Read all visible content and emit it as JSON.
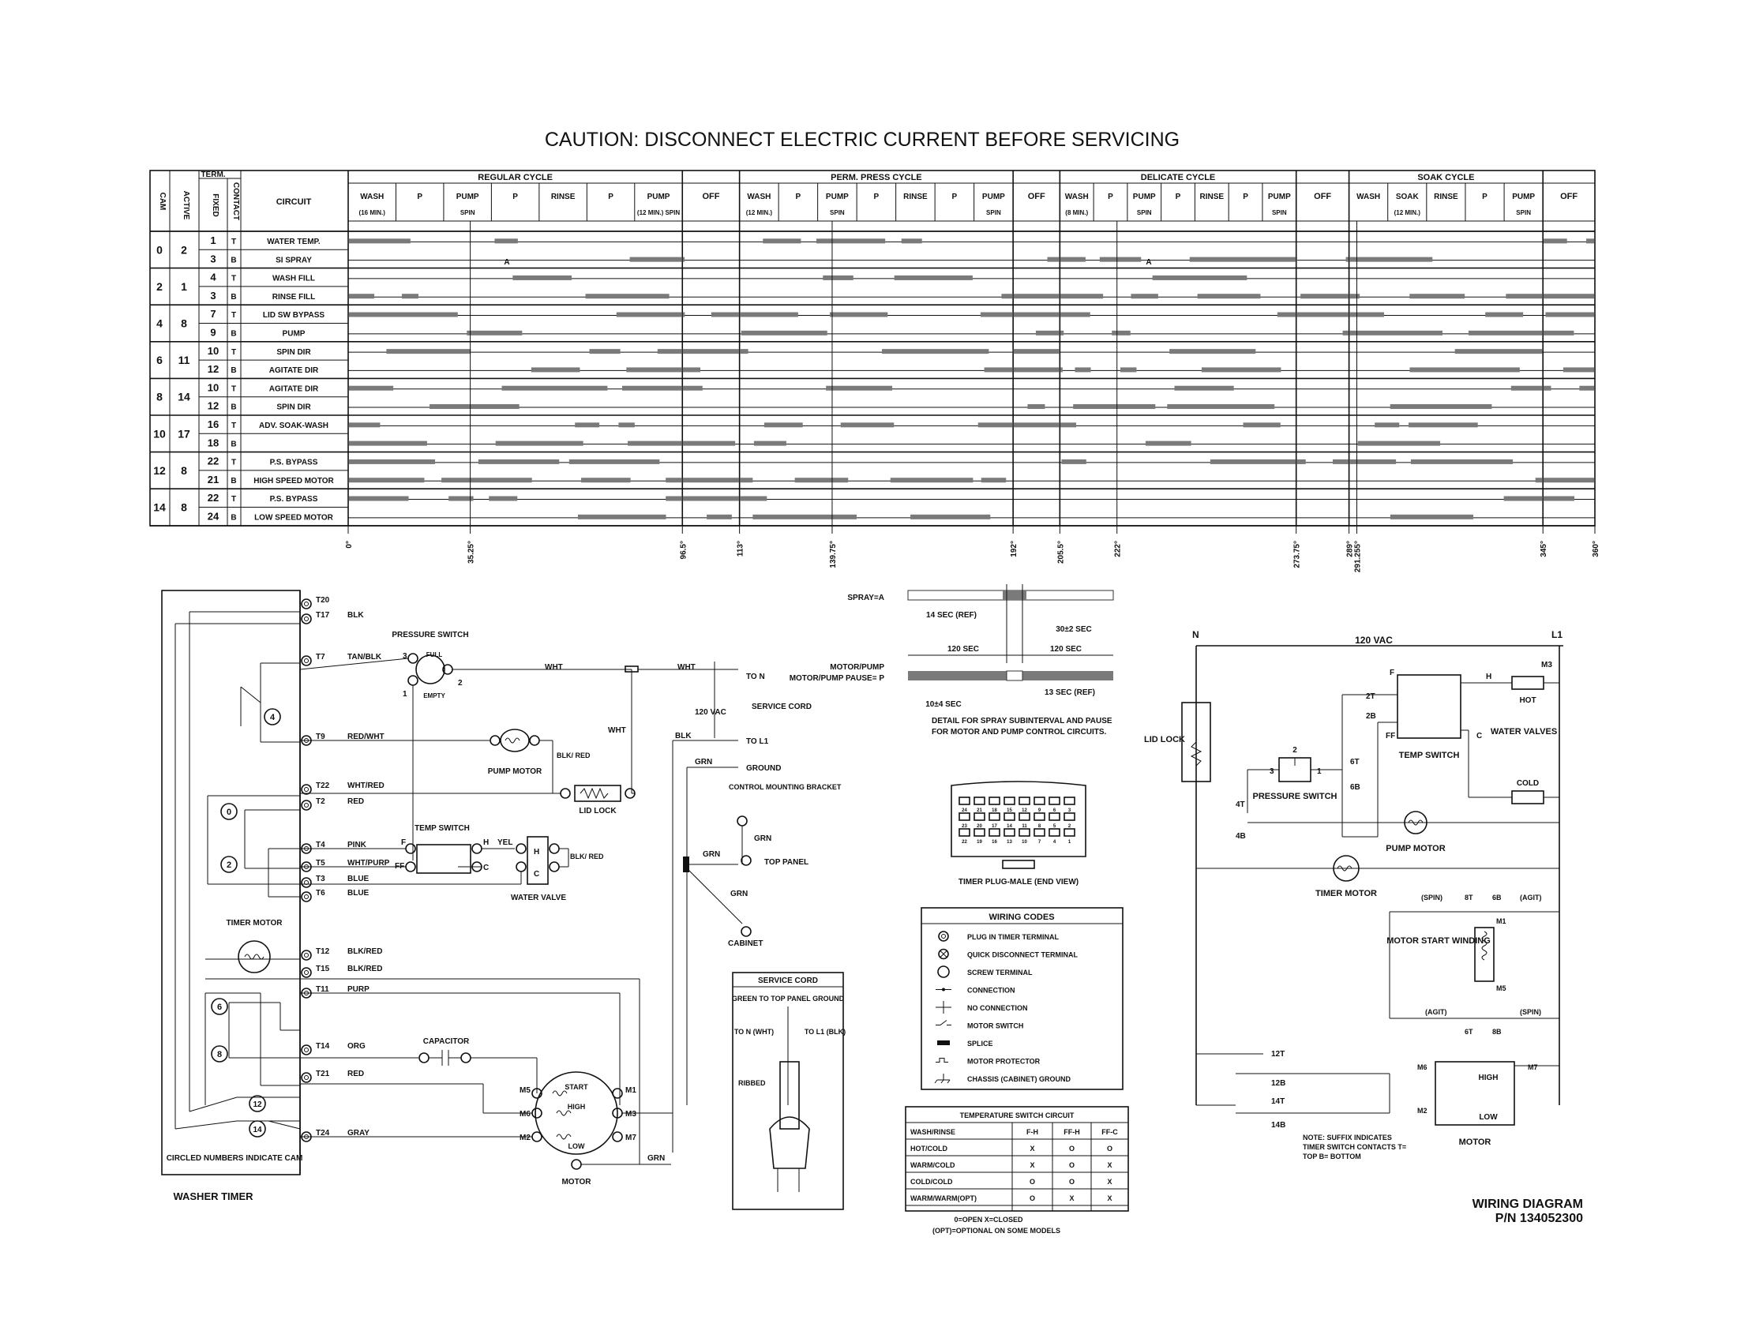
{
  "title": "CAUTION: DISCONNECT ELECTRIC CURRENT BEFORE SERVICING",
  "timer_chart": {
    "head": {
      "cam": "CAM",
      "term": "TERM.",
      "active": "ACTIVE",
      "fixed": "FIXED",
      "contact": "CONTACT",
      "circuit": "CIRCUIT"
    },
    "cycles": [
      {
        "name": "REGULAR CYCLE",
        "steps": [
          [
            "WASH",
            "(16 MIN.)"
          ],
          [
            "P",
            ""
          ],
          [
            "PUMP",
            "SPIN"
          ],
          [
            "P",
            ""
          ],
          [
            "RINSE",
            ""
          ],
          [
            "P",
            ""
          ],
          [
            "PUMP",
            "(12 MIN.) SPIN"
          ]
        ]
      },
      {
        "name": "OFF",
        "steps": []
      },
      {
        "name": "PERM. PRESS CYCLE",
        "steps": [
          [
            "WASH",
            "(12 MIN.)"
          ],
          [
            "P",
            ""
          ],
          [
            "PUMP",
            "SPIN"
          ],
          [
            "P",
            ""
          ],
          [
            "RINSE",
            ""
          ],
          [
            "P",
            ""
          ],
          [
            "PUMP",
            "SPIN"
          ]
        ]
      },
      {
        "name": "OFF",
        "steps": []
      },
      {
        "name": "DELICATE CYCLE",
        "steps": [
          [
            "WASH",
            "(8 MIN.)"
          ],
          [
            "P",
            ""
          ],
          [
            "PUMP",
            "SPIN"
          ],
          [
            "P",
            ""
          ],
          [
            "RINSE",
            ""
          ],
          [
            "P",
            ""
          ],
          [
            "PUMP",
            "SPIN"
          ]
        ]
      },
      {
        "name": "OFF",
        "steps": []
      },
      {
        "name": "SOAK CYCLE",
        "steps": [
          [
            "WASH",
            ""
          ],
          [
            "SOAK",
            "(12 MIN.)"
          ],
          [
            "RINSE",
            ""
          ],
          [
            "P",
            ""
          ],
          [
            "PUMP",
            "SPIN"
          ]
        ]
      },
      {
        "name": "OFF",
        "steps": []
      }
    ],
    "cams": [
      {
        "cam": "0",
        "active": "2",
        "rows": [
          [
            "1",
            "T",
            "WATER TEMP."
          ],
          [
            "3",
            "B",
            "SI SPRAY"
          ]
        ]
      },
      {
        "cam": "2",
        "active": "1",
        "rows": [
          [
            "4",
            "T",
            "WASH FILL"
          ],
          [
            "3",
            "B",
            "RINSE FILL"
          ]
        ]
      },
      {
        "cam": "4",
        "active": "8",
        "rows": [
          [
            "7",
            "T",
            "LID SW BYPASS"
          ],
          [
            "9",
            "B",
            "PUMP"
          ]
        ]
      },
      {
        "cam": "6",
        "active": "11",
        "rows": [
          [
            "10",
            "T",
            "SPIN DIR"
          ],
          [
            "12",
            "B",
            "AGITATE DIR"
          ]
        ]
      },
      {
        "cam": "8",
        "active": "14",
        "rows": [
          [
            "10",
            "T",
            "AGITATE DIR"
          ],
          [
            "12",
            "B",
            "SPIN DIR"
          ]
        ]
      },
      {
        "cam": "10",
        "active": "17",
        "rows": [
          [
            "16",
            "T",
            "ADV. SOAK-WASH"
          ],
          [
            "18",
            "B",
            ""
          ]
        ]
      },
      {
        "cam": "12",
        "active": "8",
        "rows": [
          [
            "22",
            "T",
            "P.S. BYPASS"
          ],
          [
            "21",
            "B",
            "HIGH SPEED MOTOR"
          ]
        ]
      },
      {
        "cam": "14",
        "active": "8",
        "rows": [
          [
            "22",
            "T",
            "P.S. BYPASS"
          ],
          [
            "24",
            "B",
            "LOW SPEED MOTOR"
          ]
        ]
      }
    ],
    "spray_mark": "A",
    "degree_ticks": [
      "0°",
      "35.25°",
      "96.5°",
      "113°",
      "139.75°",
      "192°",
      "205.5°",
      "222°",
      "273.75°",
      "289°",
      "291.255°",
      "345°",
      "360°"
    ],
    "degree_values": [
      0,
      35.25,
      96.5,
      113,
      139.75,
      192,
      205.5,
      222,
      273.75,
      289,
      291.255,
      345,
      360
    ]
  },
  "schematic_left": {
    "terminals": [
      "T20",
      "T17",
      "T7",
      "T9",
      "T22",
      "T2",
      "T4",
      "T5",
      "T3",
      "T6",
      "T12",
      "T15",
      "T11",
      "T14",
      "T21",
      "T24"
    ],
    "wire_colors": [
      "BLK",
      "TAN/BLK",
      "RED/WHT",
      "WHT/RED",
      "RED",
      "PINK",
      "WHT/PURP",
      "BLUE",
      "BLUE",
      "BLK/RED",
      "BLK/RED",
      "PURP",
      "ORG",
      "RED",
      "GRAY"
    ],
    "cam_circles": [
      "4",
      "0",
      "2",
      "6",
      "8",
      "12",
      "14"
    ],
    "timer_motor": "TIMER MOTOR",
    "circled_note": "CIRCLED NUMBERS INDICATE CAM",
    "washer_timer": "WASHER TIMER",
    "pressure_switch": "PRESSURE SWITCH",
    "full": "FULL",
    "empty": "EMPTY",
    "pump_motor": "PUMP MOTOR",
    "lid_lock": "LID LOCK",
    "temp_switch": "TEMP SWITCH",
    "water_valve": "WATER VALVE",
    "capacitor": "CAPACITOR",
    "motor": "MOTOR",
    "motor_labels": [
      "START",
      "HIGH",
      "LOW",
      "M5",
      "M6",
      "M2",
      "M1",
      "M3",
      "M7"
    ],
    "valve_labels": [
      "H",
      "C",
      "F",
      "FF"
    ],
    "ps_nums": [
      "3",
      "1",
      "2"
    ],
    "wht": "WHT",
    "blk": "BLK",
    "grn": "GRN",
    "yel": "YEL",
    "blk_red": "BLK/ RED",
    "to_n": "TO N",
    "to_l1": "TO L1",
    "ground": "GROUND",
    "vac": "120 VAC",
    "service_cord": "SERVICE CORD",
    "bracket": "CONTROL MOUNTING BRACKET",
    "top_panel": "TOP PANEL",
    "cabinet": "CABINET"
  },
  "cord_box": {
    "title": "SERVICE CORD",
    "note": "GREEN TO TOP PANEL GROUND",
    "to_n": "TO N (WHT)",
    "to_l1": "TO L1 (BLK)",
    "ribbed": "RIBBED"
  },
  "timing": {
    "spray": "SPRAY=A",
    "ref14": "14 SEC (REF)",
    "sec30": "30±2 SEC",
    "sec120a": "120 SEC",
    "sec120b": "120 SEC",
    "pause": "MOTOR/PUMP PAUSE= P",
    "sec10": "10±4 SEC",
    "ref13": "13 SEC (REF)",
    "detail": "DETAIL FOR SPRAY SUBINTERVAL AND PAUSE FOR MOTOR AND PUMP CONTROL CIRCUITS.",
    "plug": "TIMER PLUG-MALE (END VIEW)",
    "plug_top": [
      "24",
      "21",
      "18",
      "15",
      "12",
      "9",
      "6",
      "3"
    ],
    "plug_mid": [
      "23",
      "20",
      "17",
      "14",
      "11",
      "8",
      "5",
      "2"
    ],
    "plug_bot": [
      "22",
      "19",
      "16",
      "13",
      "10",
      "7",
      "4",
      "1"
    ]
  },
  "wiring_codes": {
    "title": "WIRING CODES",
    "items": [
      "PLUG IN TIMER TERMINAL",
      "QUICK DISCONNECT TERMINAL",
      "SCREW TERMINAL",
      "CONNECTION",
      "NO CONNECTION",
      "MOTOR SWITCH",
      "SPLICE",
      "MOTOR PROTECTOR",
      "CHASSIS (CABINET) GROUND"
    ]
  },
  "temp_table": {
    "title": "TEMPERATURE SWITCH CIRCUIT",
    "columns": [
      "WASH/RINSE",
      "F-H",
      "FF-H",
      "FF-C"
    ],
    "rows": [
      [
        "HOT/COLD",
        "X",
        "O",
        "O"
      ],
      [
        "WARM/COLD",
        "X",
        "O",
        "X"
      ],
      [
        "COLD/COLD",
        "O",
        "O",
        "X"
      ],
      [
        "WARM/WARM(OPT)",
        "O",
        "X",
        "X"
      ]
    ],
    "legend1": "0=OPEN   X=CLOSED",
    "legend2": "(OPT)=OPTIONAL ON SOME MODELS"
  },
  "schematic_right": {
    "n": "N",
    "l1": "L1",
    "vac": "120 VAC",
    "m3": "M3",
    "lid_lock": "LID LOCK",
    "pressure_switch": "PRESSURE SWITCH",
    "temp_switch": "TEMP SWITCH",
    "water_valves": "WATER VALVES",
    "hot": "HOT",
    "cold": "COLD",
    "pump_motor": "PUMP MOTOR",
    "timer_motor": "TIMER MOTOR",
    "start_winding": "MOTOR START WINDING",
    "motor": "MOTOR",
    "high": "HIGH",
    "low": "LOW",
    "spin": "(SPIN)",
    "agit": "(AGIT)",
    "contacts": [
      "2T",
      "2B",
      "6T",
      "6B",
      "4T",
      "4B",
      "12T",
      "12B",
      "14T",
      "14B",
      "8T",
      "8B"
    ],
    "nodes": [
      "F",
      "H",
      "FF",
      "C",
      "M1",
      "M5",
      "M6",
      "M7",
      "M2"
    ],
    "ps_nums": [
      "2",
      "3",
      "1"
    ],
    "note": "NOTE: SUFFIX INDICATES TIMER SWITCH CONTACTS T= TOP B= BOTTOM"
  },
  "footer": {
    "title": "WIRING DIAGRAM",
    "pn": "P/N 134052300"
  }
}
